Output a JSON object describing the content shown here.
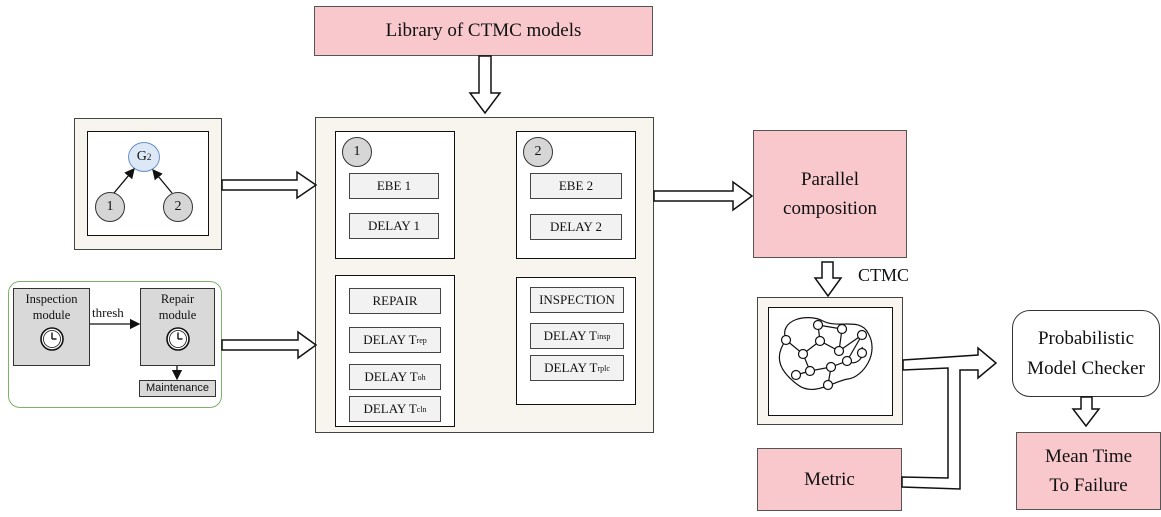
{
  "library": {
    "label": "Library of CTMC models"
  },
  "fault_tree": {
    "gate": "G",
    "gate_sub": "2",
    "child_left": "1",
    "child_right": "2"
  },
  "maintenance": {
    "inspection_label": "Inspection module",
    "repair_label": "Repair module",
    "edge_label": "thresh",
    "maintenance_label": "Maintenance"
  },
  "composite": {
    "block1": {
      "badge": "1",
      "items": [
        "EBE 1",
        "DELAY 1"
      ]
    },
    "block2": {
      "badge": "2",
      "items": [
        "EBE 2",
        "DELAY 2"
      ]
    },
    "repair": {
      "title": "REPAIR",
      "items": [
        {
          "main": "DELAY T",
          "sub": "rep"
        },
        {
          "main": "DELAY T",
          "sub": "oh"
        },
        {
          "main": "DELAY T",
          "sub": "cln"
        }
      ]
    },
    "inspection": {
      "title": "INSPECTION",
      "items": [
        {
          "main": "DELAY T",
          "sub": "insp"
        },
        {
          "main": "DELAY T",
          "sub": "rplc"
        }
      ]
    }
  },
  "parallel": {
    "line1": "Parallel",
    "line2": "composition"
  },
  "ctmc_label": "CTMC",
  "metric": {
    "label": "Metric"
  },
  "checker": {
    "line1": "Probabilistic",
    "line2": "Model Checker"
  },
  "result": {
    "line1": "Mean Time",
    "line2": "To Failure"
  },
  "colors": {
    "pink": "#f8c8cc",
    "panel": "#f7f5ee",
    "chip": "#f2f2f2",
    "node": "#d6d6d6",
    "gate": "#dde8f7",
    "green": "#7fb069"
  }
}
